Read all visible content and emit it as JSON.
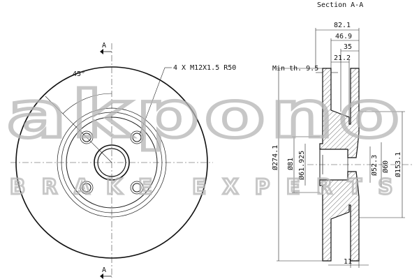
{
  "front_view": {
    "section_mark_top": "A",
    "section_mark_bottom": "A",
    "angle_label": "45°",
    "bolt_callout": "4 X M12X1.5 R50"
  },
  "section_view": {
    "title": "Section A-A",
    "min_thickness": "Min th. 9.5",
    "dims_horizontal": [
      "82.1",
      "46.9",
      "35",
      "21.2"
    ],
    "dim_bottom": "11",
    "dims_vertical_left": [
      "Ø274.1",
      "Ø81",
      "Ø61.925"
    ],
    "dims_vertical_right": [
      "Ø52.3",
      "Ø60",
      "Ø153.1"
    ]
  },
  "watermark": {
    "logo": "akpono",
    "subtitle": "BRAKE EXPERTS"
  }
}
